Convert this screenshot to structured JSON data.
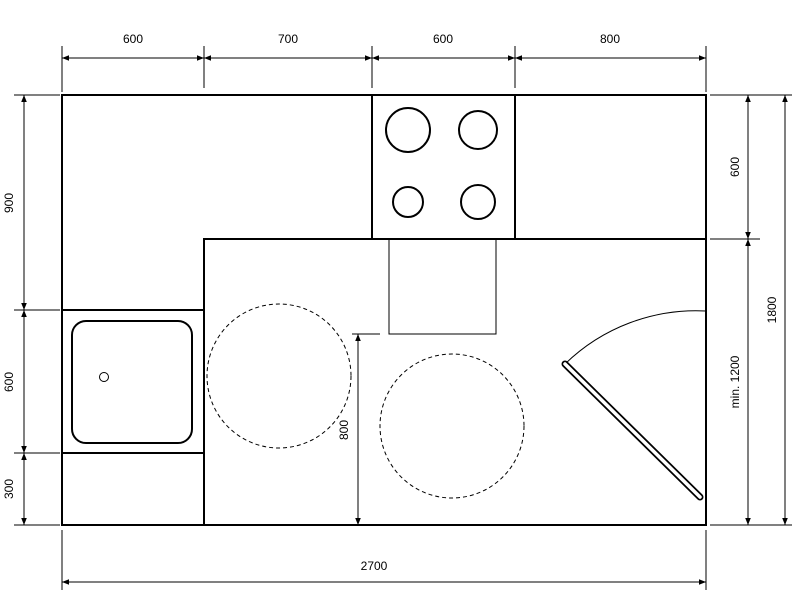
{
  "dimensions": {
    "top": [
      "600",
      "700",
      "600",
      "800"
    ],
    "left": [
      "900",
      "600",
      "300"
    ],
    "right_inner": [
      "600",
      "min. 1200"
    ],
    "right_total": "1800",
    "bottom_total": "2700",
    "clearance": "800"
  },
  "elements": {
    "hob": "cooktop-4-burners",
    "sink": "sink-basin",
    "door": "swing-door"
  }
}
